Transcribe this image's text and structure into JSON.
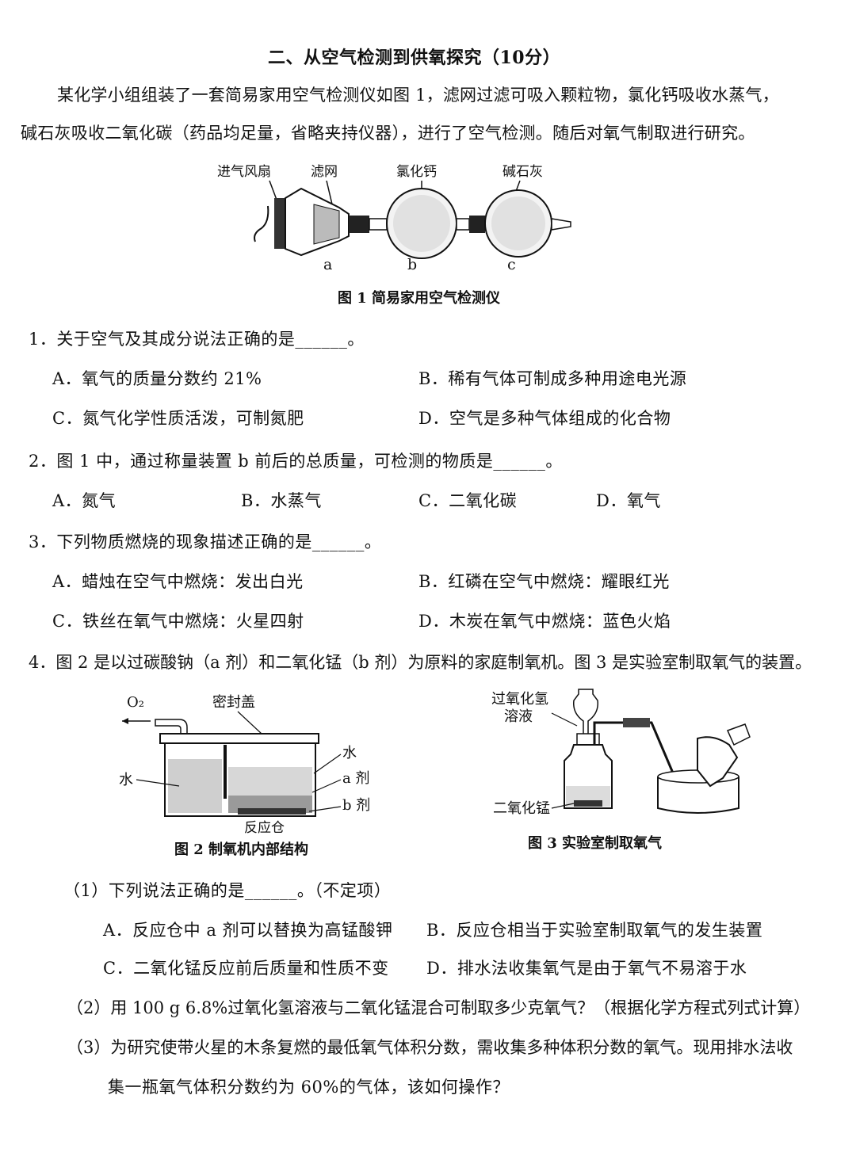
{
  "section": {
    "title": "二、从空气检测到供氧探究（10分）",
    "intro_line1": "某化学小组组装了一套简易家用空气检测仪如图 1，滤网过滤可吸入颗粒物，氯化钙吸收水蒸气，",
    "intro_line2": "碱石灰吸收二氧化碳（药品均足量，省略夹持仪器），进行了空气检测。随后对氧气制取进行研究。"
  },
  "figure1": {
    "labels": {
      "fan": "进气风扇",
      "filter": "滤网",
      "cacl2": "氯化钙",
      "soda_lime": "碱石灰",
      "a": "a",
      "b": "b",
      "c": "c"
    },
    "caption": "图 1  简易家用空气检测仪"
  },
  "questions": {
    "q1": {
      "stem": "1．关于空气及其成分说法正确的是______。",
      "A": "A．氧气的质量分数约 21%",
      "B": "B．稀有气体可制成多种用途电光源",
      "C": "C．氮气化学性质活泼，可制氮肥",
      "D": "D．空气是多种气体组成的化合物"
    },
    "q2": {
      "stem": "2．图 1 中，通过称量装置 b 前后的总质量，可检测的物质是______。",
      "A": "A．氮气",
      "B": "B．水蒸气",
      "C": "C．二氧化碳",
      "D": "D．氧气"
    },
    "q3": {
      "stem": "3．下列物质燃烧的现象描述正确的是______。",
      "A": "A．蜡烛在空气中燃烧：发出白光",
      "B": "B．红磷在空气中燃烧：耀眼红光",
      "C": "C．铁丝在氧气中燃烧：火星四射",
      "D": "D．木炭在氧气中燃烧：蓝色火焰"
    },
    "q4": {
      "stem": "4．图 2 是以过碳酸钠（a 剂）和二氧化锰（b 剂）为原料的家庭制氧机。图 3 是实验室制取氧气的装置。",
      "sub1": {
        "stem": "（1）下列说法正确的是______。（不定项）",
        "A": "A．反应仓中 a 剂可以替换为高锰酸钾",
        "B": "B．反应仓相当于实验室制取氧气的发生装置",
        "C": "C．二氧化锰反应前后质量和性质不变",
        "D": "D．排水法收集氧气是由于氧气不易溶于水"
      },
      "sub2": "（2）用 100 g 6.8%过氧化氢溶液与二氧化锰混合可制取多少克氧气？（根据化学方程式列式计算）",
      "sub3_line1": "（3）为研究使带火星的木条复燃的最低氧气体积分数，需收集多种体积分数的氧气。现用排水法收",
      "sub3_line2": "集一瓶氧气体积分数约为 60%的气体，该如何操作？"
    }
  },
  "figure2": {
    "labels": {
      "o2": "O₂",
      "lid": "密封盖",
      "water_left": "水",
      "water_right": "水",
      "agent_a": "a 剂",
      "agent_b": "b 剂",
      "chamber": "反应仓"
    },
    "caption": "图 2  制氧机内部结构"
  },
  "figure3": {
    "labels": {
      "h2o2_line1": "过氧化氢",
      "h2o2_line2": "溶液",
      "mno2": "二氧化锰"
    },
    "caption": "图 3  实验室制取氧气"
  }
}
